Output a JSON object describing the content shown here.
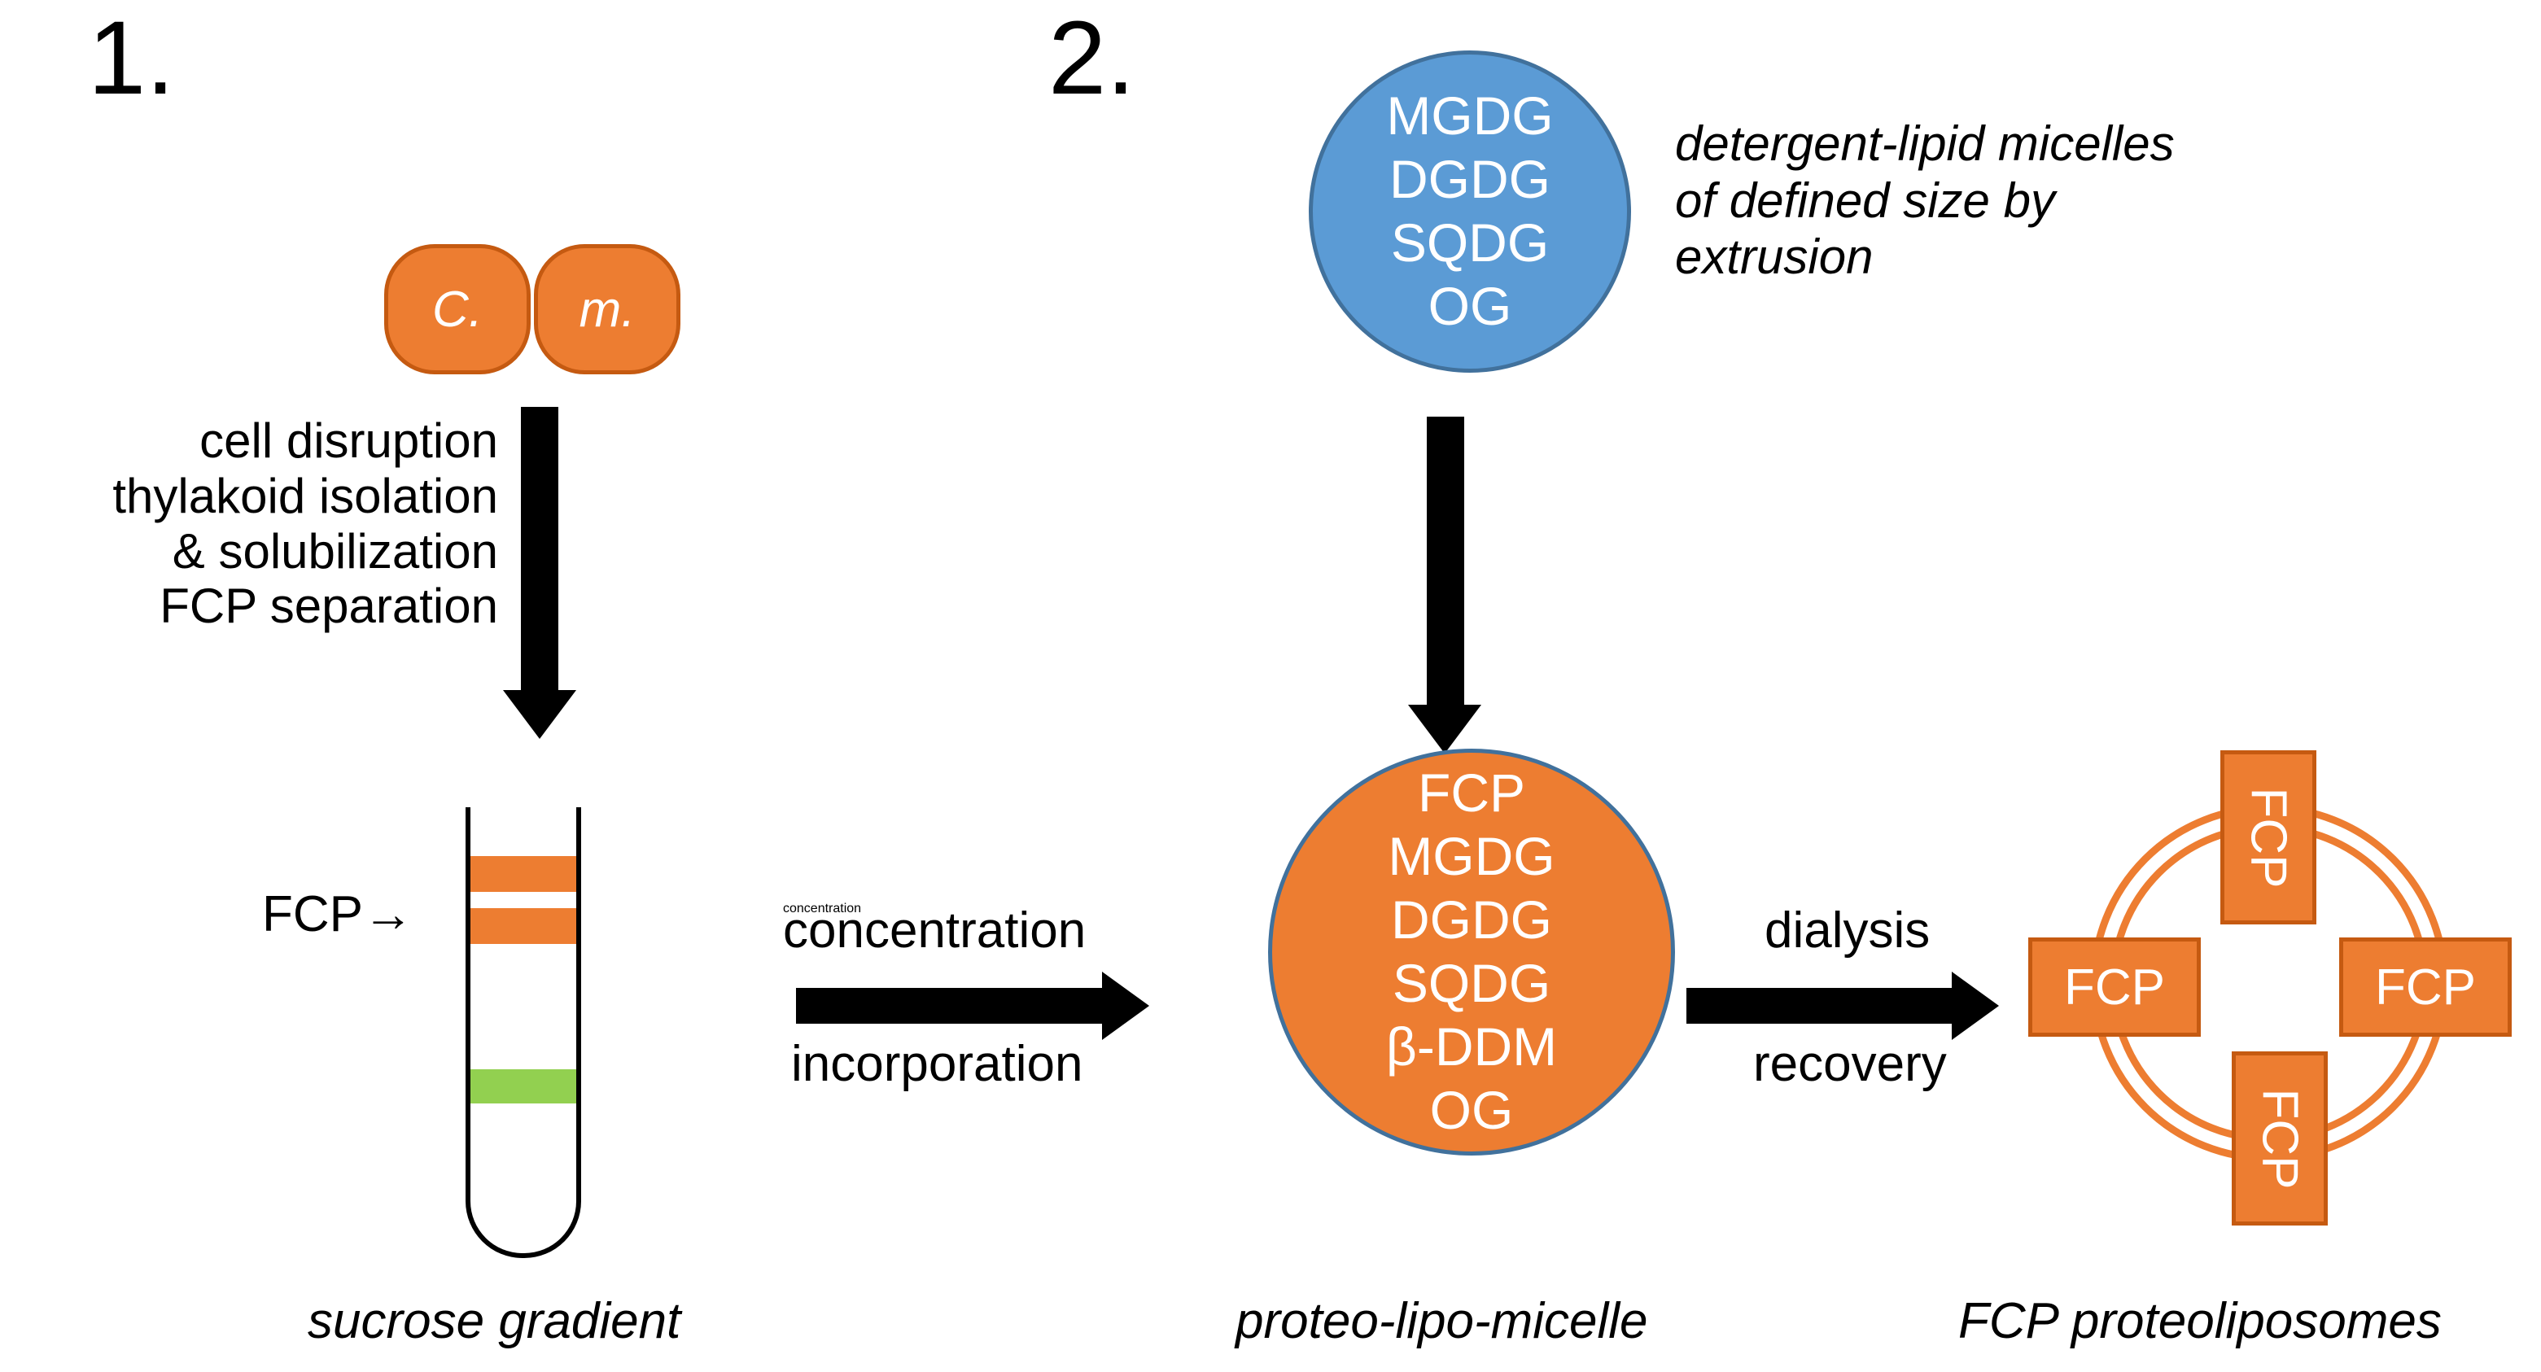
{
  "figure": {
    "caption_step1": "sucrose gradient",
    "caption_step2": "proteo-lipo-micelle",
    "caption_step3": "FCP proteoliposomes"
  },
  "steps": {
    "one": {
      "number": "1."
    },
    "two": {
      "number": "2."
    }
  },
  "cells": {
    "left_label": "C.",
    "right_label": "m."
  },
  "procedure_step1": {
    "lines": [
      "cell disruption",
      "thylakoid isolation",
      "& solubilization",
      "FCP separation"
    ]
  },
  "gradient_tube": {
    "pointer_label": "FCP→",
    "bands": [
      {
        "name": "fcp-band-upper",
        "color": "#ED7D31"
      },
      {
        "name": "fcp-band-lower",
        "color": "#ED7D31"
      },
      {
        "name": "chlorophyll-band",
        "color": "#92D050"
      }
    ]
  },
  "arrow_concentration": {
    "label_top": "concentration",
    "label_bottom": "incorporation"
  },
  "arrow_dialysis": {
    "label_top": "dialysis",
    "label_bottom": "recovery"
  },
  "micelle_blue": {
    "fill": "#5B9BD5",
    "stroke": "#41719C",
    "lines": [
      "MGDG",
      "DGDG",
      "SQDG",
      "OG"
    ]
  },
  "micelle_note": {
    "lines": [
      "detergent-lipid micelles",
      "of defined size by",
      "extrusion"
    ]
  },
  "micelle_orange": {
    "fill": "#ED7D31",
    "stroke": "#41719C",
    "lines": [
      "FCP",
      "MGDG",
      "DGDG",
      "SQDG",
      "β-DDM",
      "OG"
    ]
  },
  "liposome": {
    "ring_color": "#ED7D31",
    "proteins": [
      {
        "position": "top",
        "label": "FCP"
      },
      {
        "position": "left",
        "label": "FCP"
      },
      {
        "position": "right",
        "label": "FCP"
      },
      {
        "position": "bottom",
        "label": "FCP"
      }
    ]
  },
  "colors": {
    "orange_fill": "#ED7D31",
    "orange_stroke": "#C55A11",
    "blue_fill": "#5B9BD5",
    "blue_stroke": "#41719C",
    "green_band": "#92D050",
    "black": "#000000",
    "white": "#FFFFFF"
  }
}
